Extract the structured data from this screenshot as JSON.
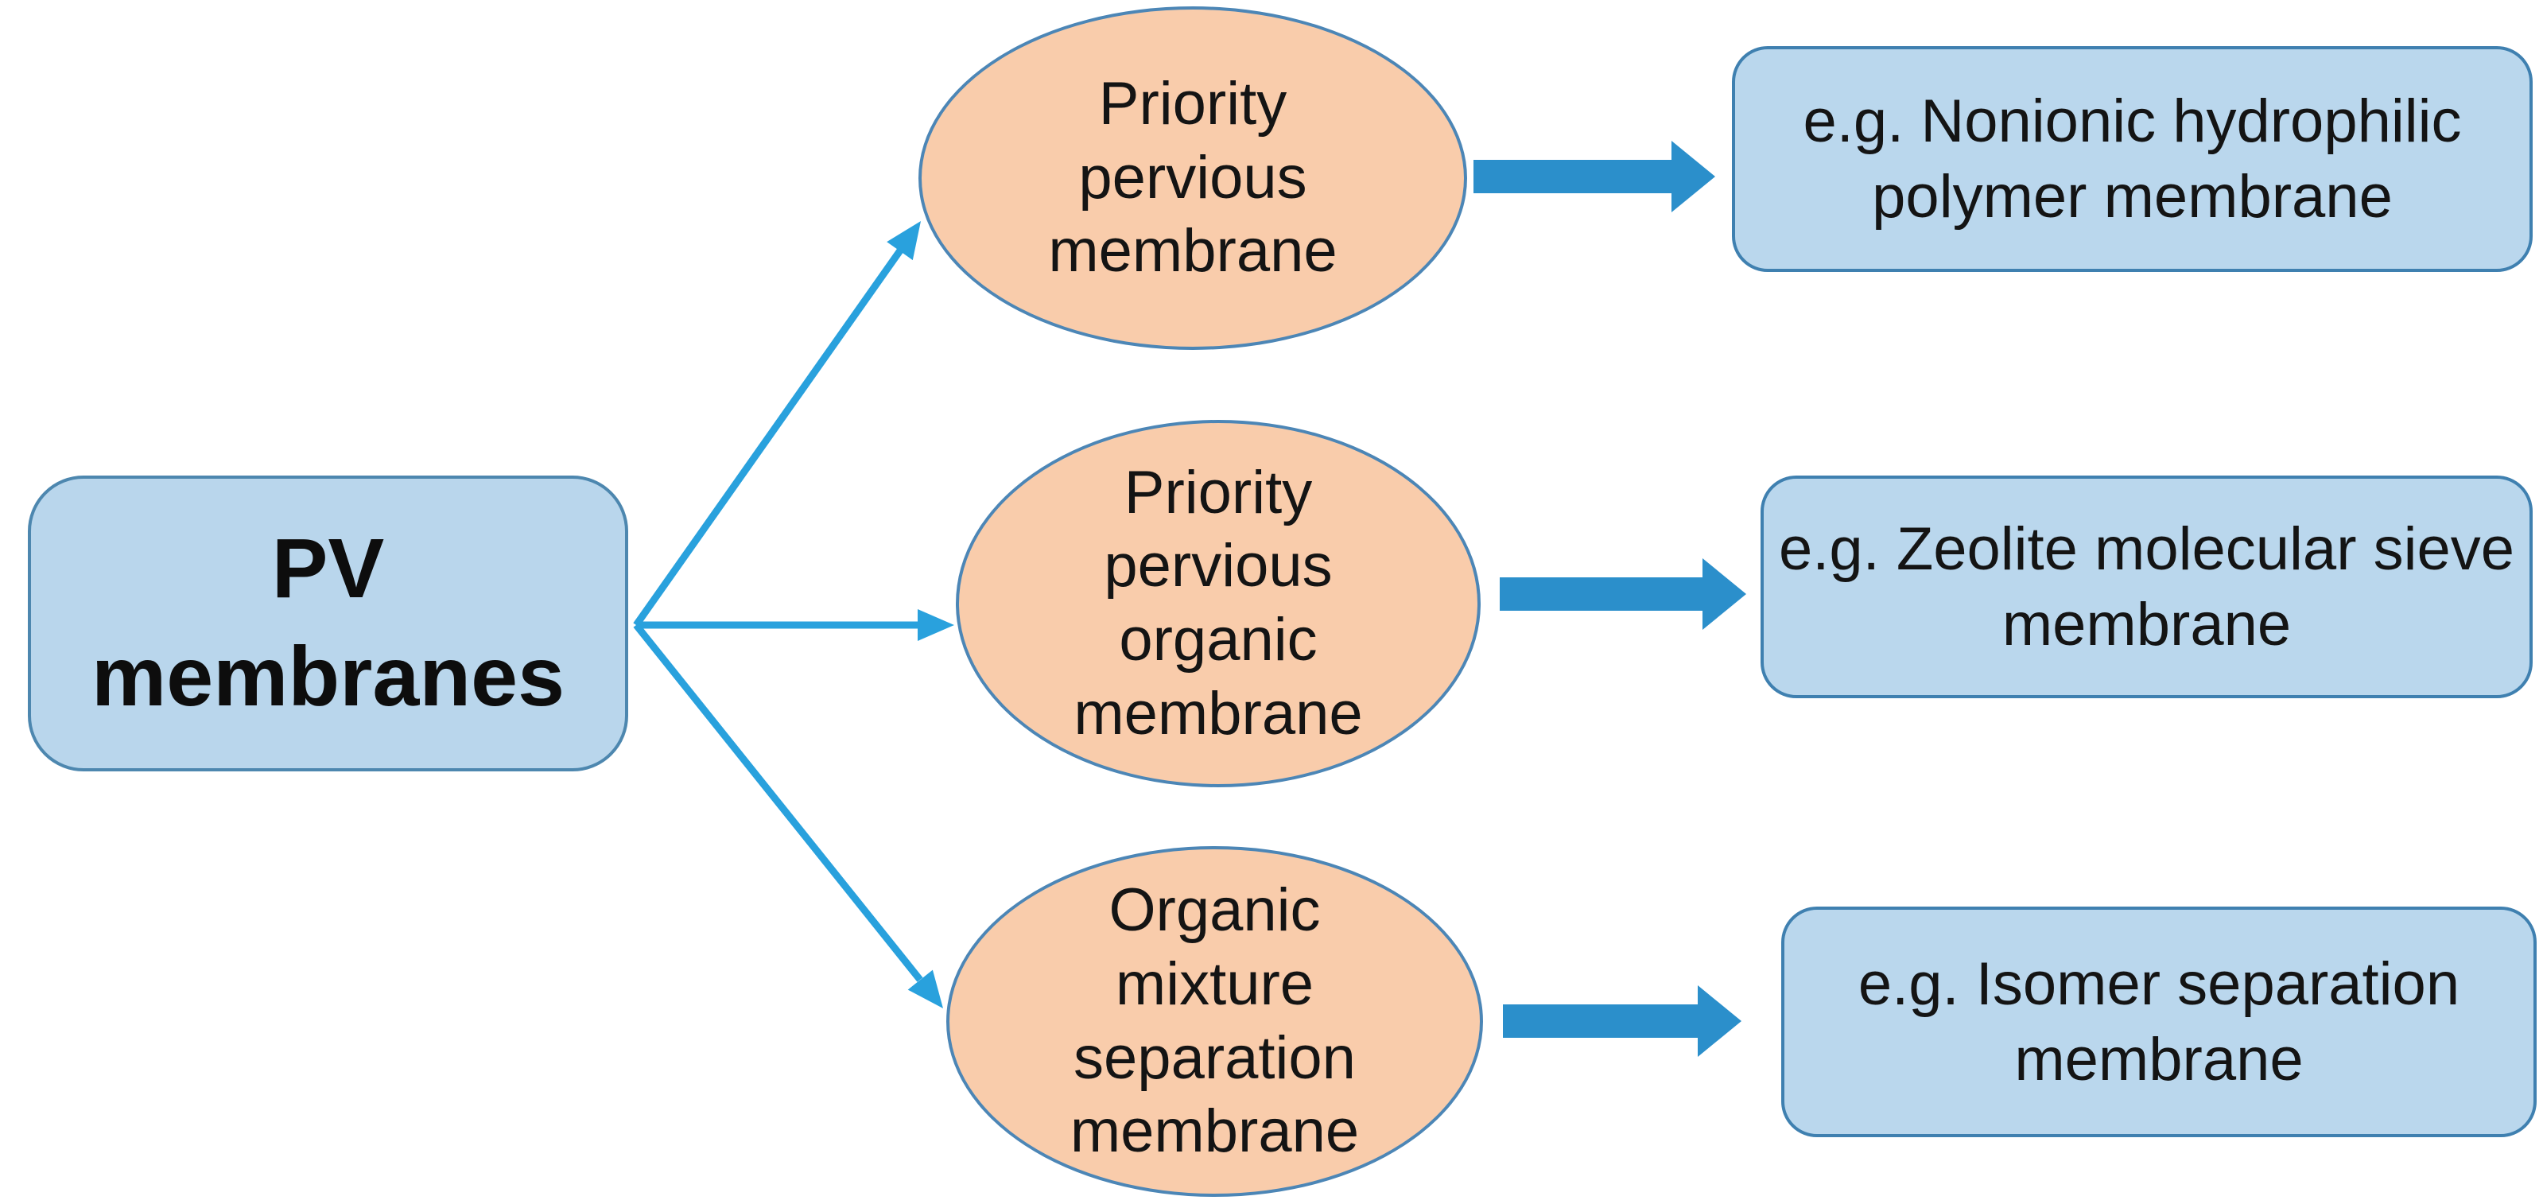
{
  "diagram": {
    "root_label": "PV membranes",
    "branches": [
      {
        "category": "Priority pervious membrane",
        "example": "e.g. Nonionic hydrophilic polymer membrane"
      },
      {
        "category": "Priority pervious organic membrane",
        "example": "e.g. Zeolite molecular sieve membrane"
      },
      {
        "category": "Organic mixture separation membrane",
        "example": "e.g. Isomer separation membrane"
      }
    ],
    "colors": {
      "background": "#FFFFFF",
      "category_ellipse_fill": "#F9CCAB",
      "category_ellipse_border": "#4C86B6",
      "box_fill": "#BAD7ED",
      "box_border": "#3F80B0",
      "thin_arrow": "#29A1DD",
      "thick_arrow": "#2B8FCB",
      "text": "#141414"
    }
  }
}
